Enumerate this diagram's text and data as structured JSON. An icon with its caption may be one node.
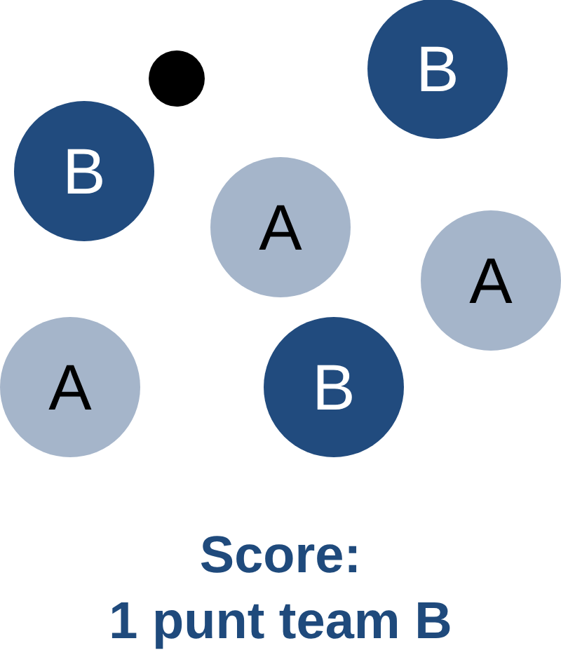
{
  "diagram": {
    "caption": "Score: 1 punt team B",
    "nodes": [
      {
        "text": [
          "B"
        ]
      },
      {
        "text": [],
        "shape": "circle"
      },
      {
        "text": [
          "B"
        ]
      },
      {
        "text": [
          "A"
        ]
      },
      {
        "text": [
          "A"
        ]
      },
      {
        "text": [
          "A"
        ]
      },
      {
        "text": [
          "B"
        ]
      }
    ],
    "edges": []
  }
}
